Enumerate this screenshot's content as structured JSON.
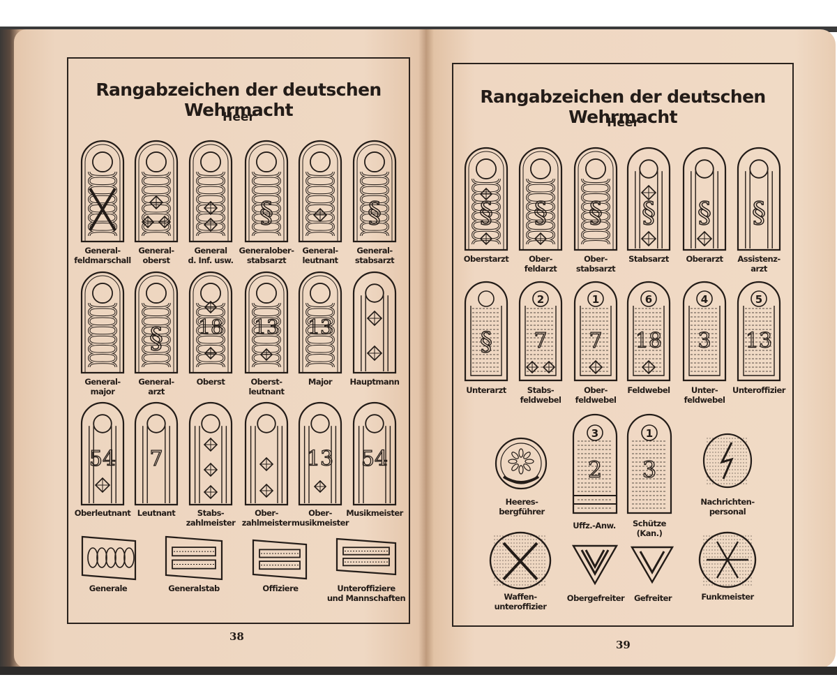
{
  "left_page": {
    "title": "Rangabzeichen der deutschen Wehrmacht",
    "subtitle": "Heer",
    "page_number": "38",
    "row1": [
      {
        "l1": "General-",
        "l2": "feldmarschall"
      },
      {
        "l1": "General-",
        "l2": "oberst"
      },
      {
        "l1": "General",
        "l2": "d. Inf. usw."
      },
      {
        "l1": "Generalober-",
        "l2": "stabsarzt"
      },
      {
        "l1": "General-",
        "l2": "leutnant"
      },
      {
        "l1": "General-",
        "l2": "stabsarzt"
      }
    ],
    "row2": [
      {
        "l1": "General-",
        "l2": "major"
      },
      {
        "l1": "General-",
        "l2": "arzt"
      },
      {
        "l1": "Oberst",
        "l2": ""
      },
      {
        "l1": "Oberst-",
        "l2": "leutnant"
      },
      {
        "l1": "Major",
        "l2": ""
      },
      {
        "l1": "Hauptmann",
        "l2": ""
      }
    ],
    "row2_numerals": [
      "",
      "",
      "18",
      "13",
      "13",
      ""
    ],
    "row3": [
      {
        "l1": "Oberleutnant",
        "l2": ""
      },
      {
        "l1": "Leutnant",
        "l2": ""
      },
      {
        "l1": "Stabs-",
        "l2": "zahlmeister"
      },
      {
        "l1": "Ober-",
        "l2": "zahlmeister"
      },
      {
        "l1": "Ober-",
        "l2": "musikmeister"
      },
      {
        "l1": "Musikmeister",
        "l2": ""
      }
    ],
    "row3_numerals": [
      "54",
      "7",
      "",
      "",
      "13",
      "54"
    ],
    "collar": [
      {
        "l1": "Generale",
        "l2": ""
      },
      {
        "l1": "Generalstab",
        "l2": ""
      },
      {
        "l1": "Offiziere",
        "l2": ""
      },
      {
        "l1": "Unteroffiziere",
        "l2": "und Mannschaften"
      }
    ]
  },
  "right_page": {
    "title": "Rangabzeichen der deutschen Wehrmacht",
    "subtitle": "Heer",
    "page_number": "39",
    "row1": [
      {
        "l1": "Oberstarzt",
        "l2": ""
      },
      {
        "l1": "Ober-",
        "l2": "feldarzt"
      },
      {
        "l1": "Ober-",
        "l2": "stabsarzt"
      },
      {
        "l1": "Stabsarzt",
        "l2": ""
      },
      {
        "l1": "Oberarzt",
        "l2": ""
      },
      {
        "l1": "Assistenz-",
        "l2": "arzt"
      }
    ],
    "row2": [
      {
        "l1": "Unterarzt",
        "l2": ""
      },
      {
        "l1": "Stabs-",
        "l2": "feldwebel"
      },
      {
        "l1": "Ober-",
        "l2": "feldwebel"
      },
      {
        "l1": "Feldwebel",
        "l2": ""
      },
      {
        "l1": "Unter-",
        "l2": "feldwebel"
      },
      {
        "l1": "Unteroffizier",
        "l2": ""
      }
    ],
    "row2_top_numerals": [
      "",
      "2",
      "1",
      "6",
      "4",
      "5"
    ],
    "row2_numerals": [
      "",
      "7",
      "7",
      "18",
      "3",
      "13"
    ],
    "row3": [
      {
        "l1": "Heeres-",
        "l2": "bergführer"
      },
      {
        "l1": "Uffz.-Anw.",
        "l2": ""
      },
      {
        "l1": "Schütze",
        "l2": "(Kan.)"
      },
      {
        "l1": "Nachrichten-",
        "l2": "personal"
      }
    ],
    "row3_top_numerals": [
      "3",
      "1"
    ],
    "row3_numerals": [
      "2",
      "3"
    ],
    "row4": [
      {
        "l1": "Waffen-",
        "l2": "unteroffizier"
      },
      {
        "l1": "Obergefreiter",
        "l2": ""
      },
      {
        "l1": "Gefreiter",
        "l2": ""
      },
      {
        "l1": "Funkmeister",
        "l2": ""
      }
    ]
  },
  "colors": {
    "ink": "#231c18",
    "paper": "#efd8c3"
  }
}
